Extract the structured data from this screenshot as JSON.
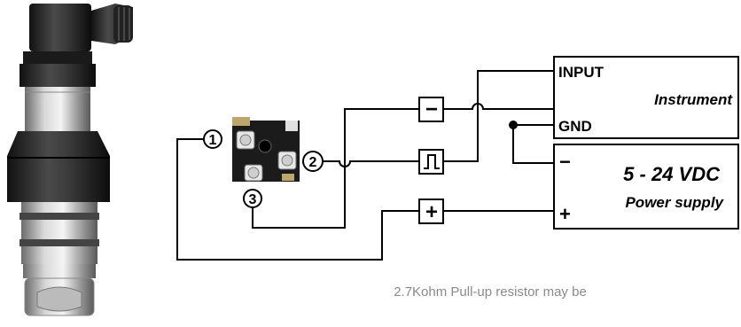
{
  "instrument": {
    "input": "INPUT",
    "name": "Instrument",
    "gnd": "GND"
  },
  "power": {
    "minus": "−",
    "voltage": "5 - 24 VDC",
    "name": "Power supply",
    "plus": "+"
  },
  "terminals": {
    "t1": "1",
    "t2": "2",
    "t3": "3"
  },
  "signals": {
    "minus": "−",
    "pulse": "pulse",
    "plus": "+"
  },
  "note": "2.7Kohm Pull-up resistor may be"
}
